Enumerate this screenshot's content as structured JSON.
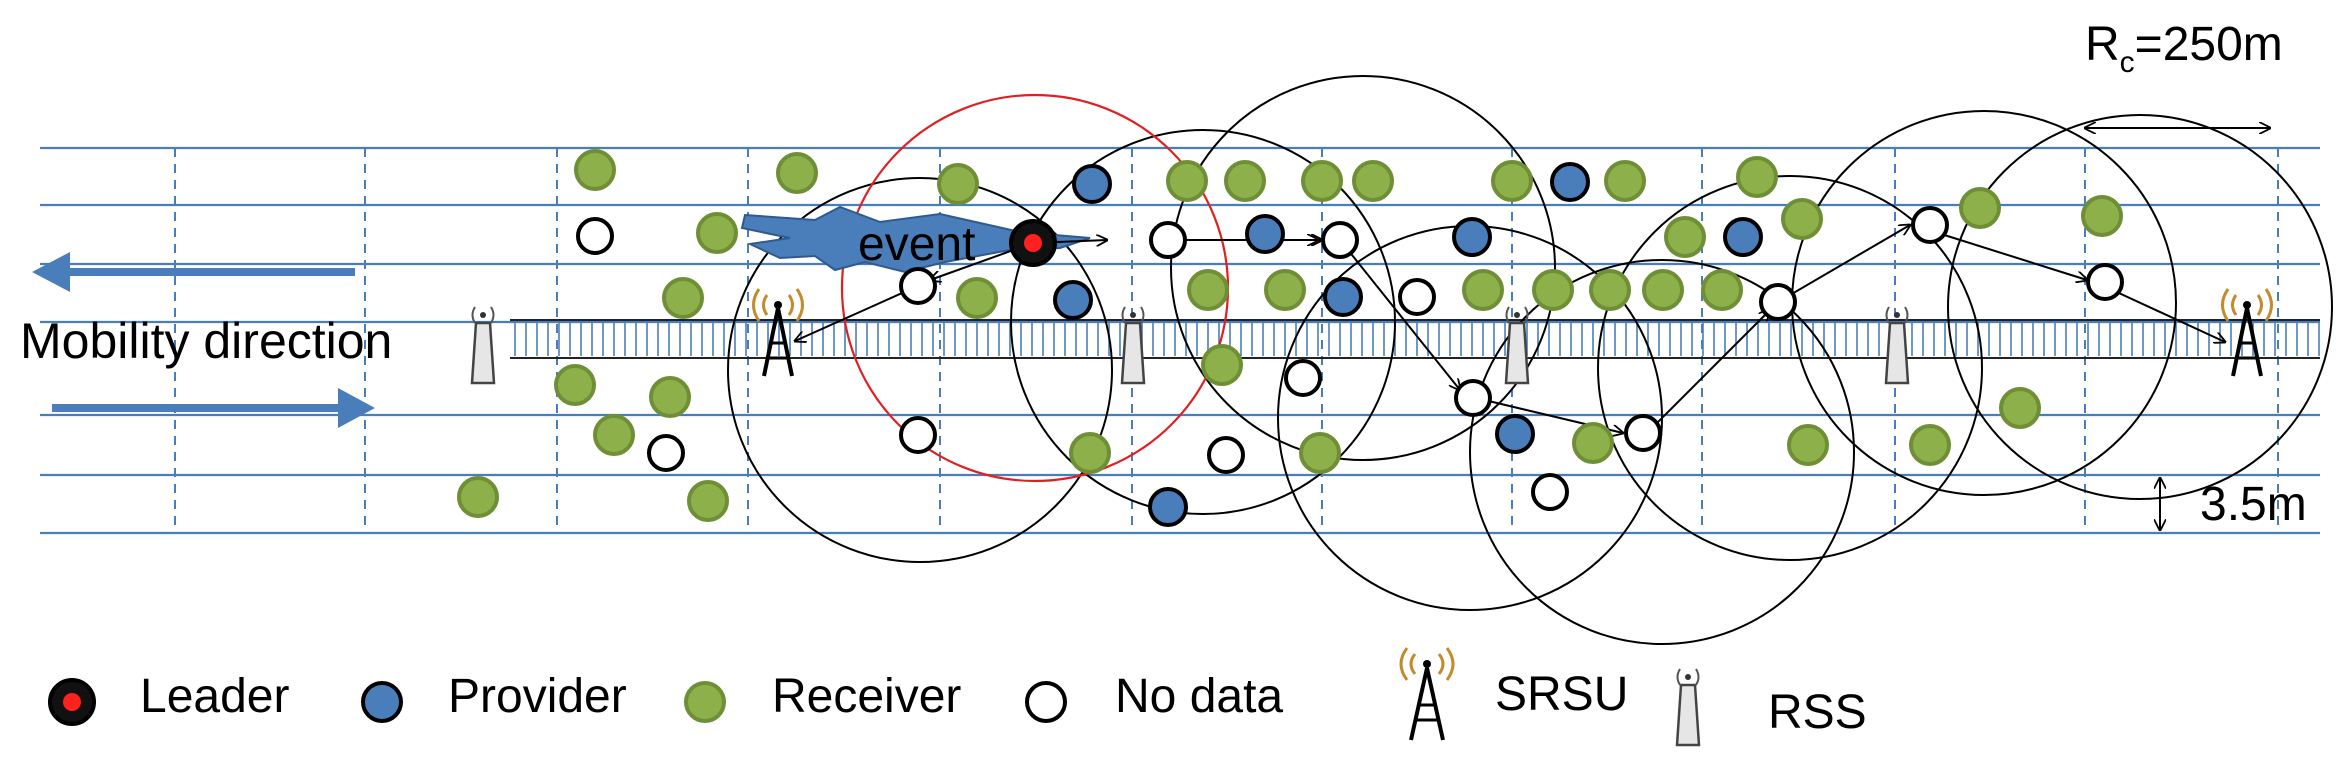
{
  "labels": {
    "event": "event",
    "mobility": "Mobility direction",
    "radius_base": "R",
    "radius_sub": "c",
    "radius_value": "=250m",
    "lane_width": "3.5m"
  },
  "legend": [
    {
      "key": "leader",
      "label": "Leader"
    },
    {
      "key": "provider",
      "label": "Provider"
    },
    {
      "key": "receiver",
      "label": "Receiver"
    },
    {
      "key": "nodata",
      "label": "No data"
    },
    {
      "key": "srsu",
      "label": "SRSU"
    },
    {
      "key": "rss",
      "label": "RSS"
    }
  ],
  "colors": {
    "lane": "#4a7ebb",
    "arrow": "#4a7ebb",
    "leader_fill": "#ff2020",
    "provider_fill": "#4a7ebb",
    "receiver_fill": "#8db04a",
    "receiver_stroke": "#6e8f35",
    "range_circle": "#000000",
    "leader_range": "#e02020",
    "event_burst": "#4a7ebb"
  },
  "icons": {
    "leader": "leader-vehicle-icon",
    "provider": "provider-vehicle-icon",
    "receiver": "receiver-vehicle-icon",
    "nodata": "no-data-vehicle-icon",
    "srsu": "srsu-tower-icon",
    "rss": "rss-unit-icon"
  }
}
